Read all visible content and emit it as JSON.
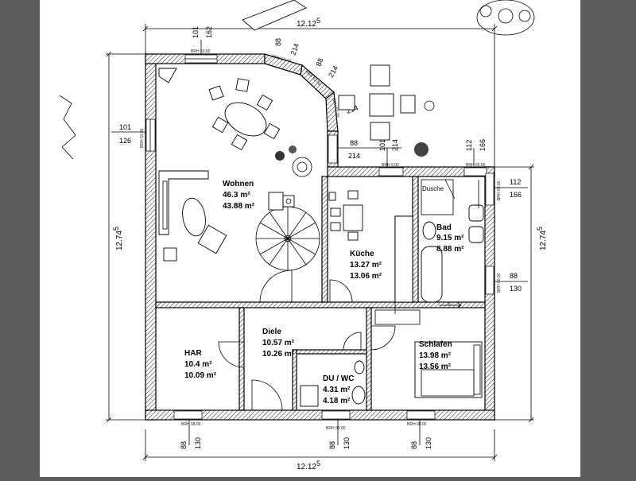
{
  "plan": {
    "overall_width_top": "12.12",
    "overall_width_top_sup": "5",
    "overall_width_bottom": "12.12",
    "overall_width_bottom_sup": "5",
    "overall_height_left": "12.74",
    "overall_height_left_sup": "5",
    "overall_height_right": "12.74",
    "overall_height_right_sup": "5"
  },
  "rooms": [
    {
      "key": "wohnen",
      "name": "Wohnen",
      "area1": "46.3 m²",
      "area2": "43.88 m²"
    },
    {
      "key": "kueche",
      "name": "Küche",
      "area1": "13.27 m²",
      "area2": "13.06 m²"
    },
    {
      "key": "bad",
      "name": "Bad",
      "area1": "9.15 m²",
      "area2": "8.88 m²"
    },
    {
      "key": "diele",
      "name": "Diele",
      "area1": "10.57 m²",
      "area2": "10.26 m²"
    },
    {
      "key": "har",
      "name": "HAR",
      "area1": "10.4 m²",
      "area2": "10.09 m²"
    },
    {
      "key": "duwc",
      "name": "DU / WC",
      "area1": "4.31 m²",
      "area2": "4.18 m²"
    },
    {
      "key": "schlafen",
      "name": "Schlafen",
      "area1": "13.98 m²",
      "area2": "13.56 m²"
    }
  ],
  "labels": {
    "dusche": "Dusche"
  },
  "window_dims": {
    "top_left_a": "101",
    "top_left_b": "162",
    "bay_a1": "88",
    "bay_b1": "214",
    "bay_a2": "88",
    "bay_b2": "214",
    "bay_a3": "88",
    "bay_b3": "214",
    "bay_a4": "88",
    "bay_b4": "214",
    "kueche_top_a": "101",
    "kueche_top_b": "214",
    "bad_top_a": "112",
    "bad_top_b": "166",
    "left_a": "101",
    "left_b": "126",
    "right_top_a": "112",
    "right_top_b": "166",
    "right_mid_a": "88",
    "right_mid_b": "130",
    "bot_left_a": "88",
    "bot_left_b": "130",
    "bot_mid_a": "88",
    "bot_mid_b": "130",
    "bot_right_a": "88",
    "bot_right_b": "130"
  },
  "brh": {
    "top_left": "BRH 53.00",
    "bay1": "BRH 53.00",
    "bay2": "BRH 53.00",
    "bay3": "BRH 53.00",
    "left": "BRH 53.00",
    "kueche": "BRH 5.00",
    "bad": "BRH 65.00",
    "right_top": "BRH 65.00",
    "right_mid": "BRH 60.00",
    "bot_left": "BRH 98.00",
    "bot_mid": "BRH 98.00",
    "bot_right": "BRH 98.00"
  },
  "colors": {
    "viewer_bg": "#5d5d5d",
    "sheet_bg": "#ffffff",
    "line": "#000000"
  }
}
